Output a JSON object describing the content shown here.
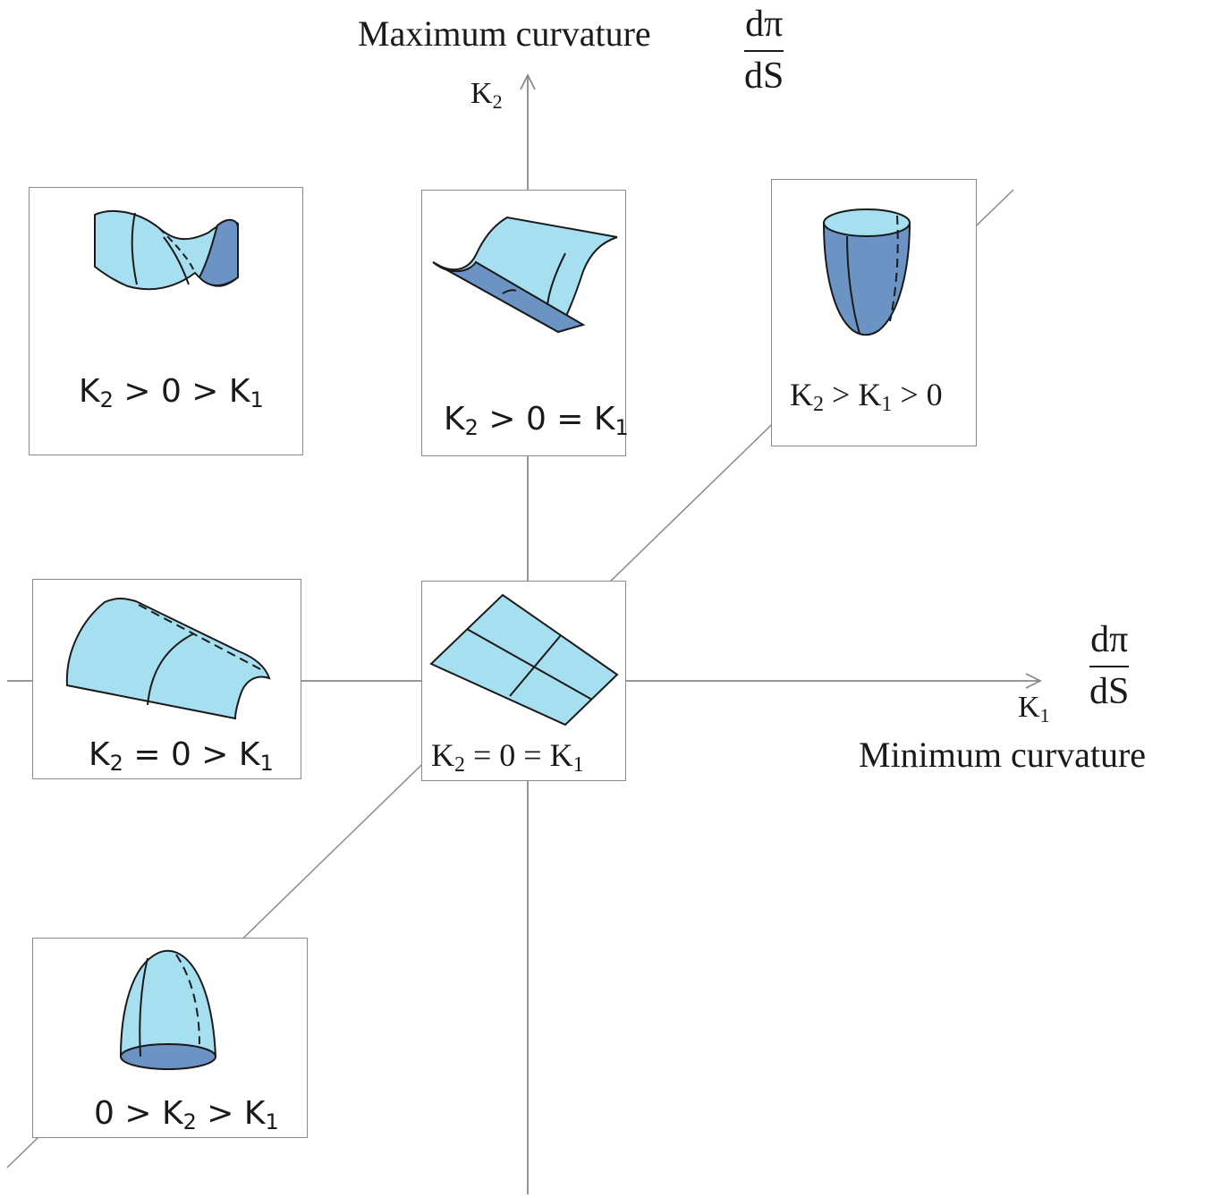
{
  "axes": {
    "vertical_label": "Maximum curvature",
    "horizontal_label": "Minimum curvature",
    "vertical_symbol": "K",
    "vertical_symbol_sub": "2",
    "horizontal_symbol": "K",
    "horizontal_symbol_sub": "1",
    "fraction_numerator": "dπ",
    "fraction_denominator": "dS"
  },
  "colors": {
    "surface_light": "#a6dff0",
    "surface_dark": "#6b93c3",
    "axis_line": "#8a8a8a",
    "box_border": "#8a8a8a",
    "outline": "#1a1a1a"
  },
  "panels": {
    "saddle": {
      "icon": "saddle-surface-icon",
      "label": [
        "K",
        "2",
        " > 0 > ",
        "K",
        "1",
        ""
      ]
    },
    "valley": {
      "icon": "valley-surface-icon",
      "label": [
        "K",
        "2",
        " > 0 = ",
        "K",
        "1",
        ""
      ]
    },
    "pit": {
      "icon": "pit-surface-icon",
      "label": [
        "K",
        "2",
        " > ",
        "K",
        "1",
        " > 0"
      ]
    },
    "ridge": {
      "icon": "ridge-surface-icon",
      "label": [
        "K",
        "2",
        " = 0 > ",
        "K",
        "1",
        ""
      ]
    },
    "plane": {
      "icon": "plane-surface-icon",
      "label": [
        "K",
        "2",
        " = 0 = ",
        "K",
        "1",
        ""
      ]
    },
    "peak": {
      "icon": "peak-surface-icon",
      "label": [
        "0 > ",
        "K",
        "2",
        " > ",
        "K",
        "1",
        ""
      ]
    }
  }
}
